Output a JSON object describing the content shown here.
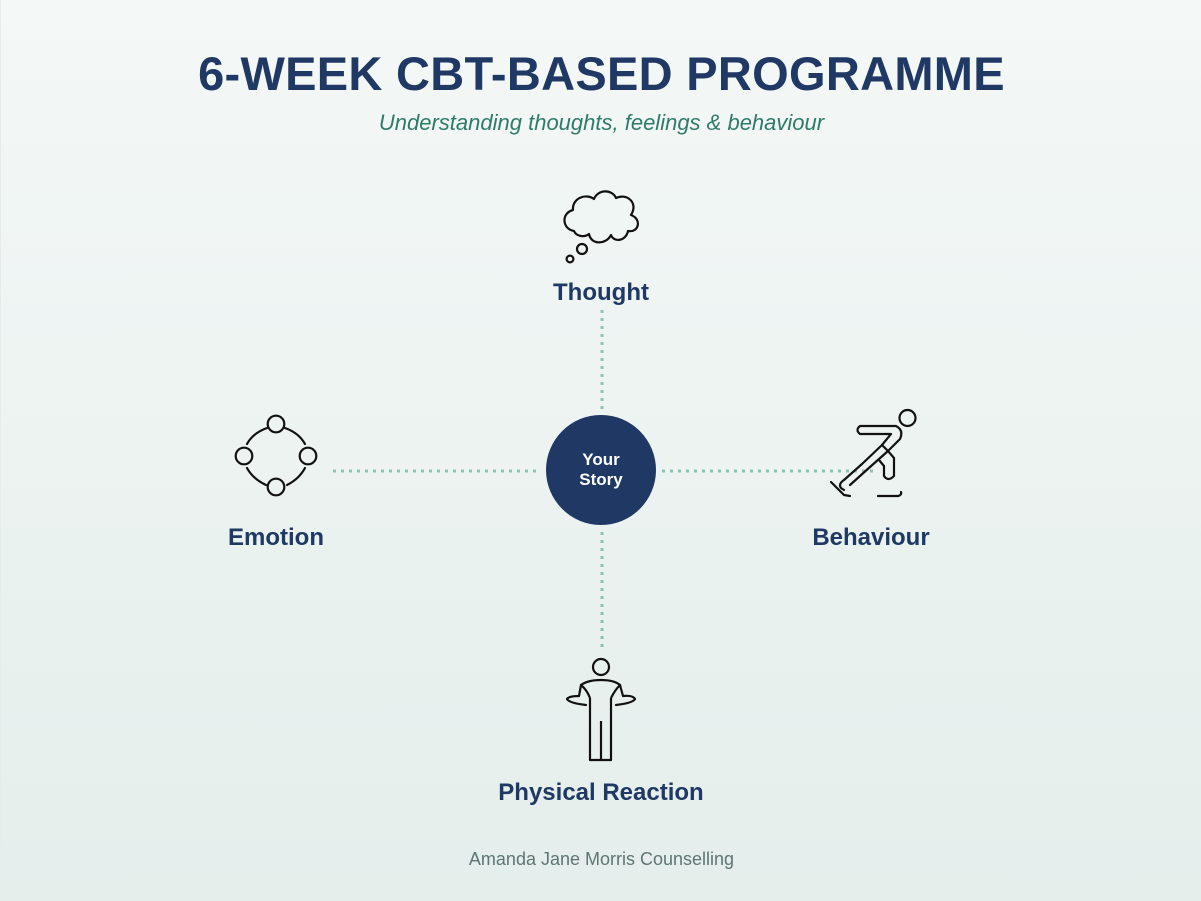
{
  "header": {
    "title": "6-WEEK CBT-BASED PROGRAMME",
    "subtitle": "Understanding thoughts, feelings & behaviour"
  },
  "center": {
    "label": "Your Story",
    "color": "#1f3864"
  },
  "nodes": {
    "thought": {
      "label": "Thought",
      "icon": "thought-bubble-icon"
    },
    "emotion": {
      "label": "Emotion",
      "icon": "emotion-cycle-icon"
    },
    "behaviour": {
      "label": "Behaviour",
      "icon": "running-figure-icon"
    },
    "physical": {
      "label": "Physical Reaction",
      "icon": "standing-figure-icon"
    }
  },
  "colors": {
    "heading": "#1f3864",
    "subtitle": "#2e7b68",
    "connector": "#8fc2b1",
    "footer": "#5e7571"
  },
  "footer": {
    "text": "Amanda Jane Morris Counselling"
  }
}
